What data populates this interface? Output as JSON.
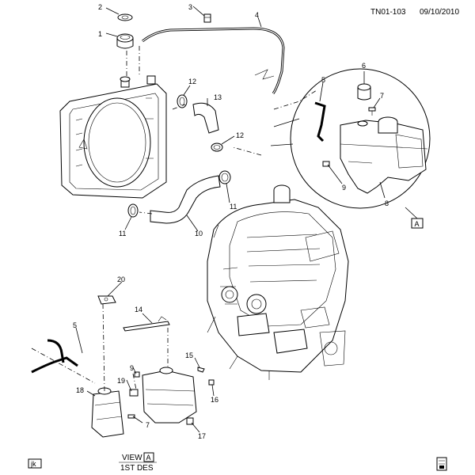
{
  "header": {
    "code": "TN01-103",
    "date": "09/10/2010"
  },
  "callouts": {
    "c1": "1",
    "c2": "2",
    "c3": "3",
    "c4": "4",
    "c5a": "5",
    "c6": "6",
    "c7a": "7",
    "c8": "8",
    "c9a": "9",
    "c10": "10",
    "c11a": "11",
    "c11b": "11",
    "c12a": "12",
    "c12b": "12",
    "c13": "13",
    "c14": "14",
    "c15": "15",
    "c16": "16",
    "c17": "17",
    "c18": "18",
    "c19": "19",
    "c20": "20",
    "c5b": "5",
    "c7b": "7",
    "c9b": "9"
  },
  "view_ref": {
    "box_label": "A",
    "view_text": "VIEW",
    "view_box": "A",
    "caption": "1ST DES"
  },
  "corner_tag": "jk"
}
